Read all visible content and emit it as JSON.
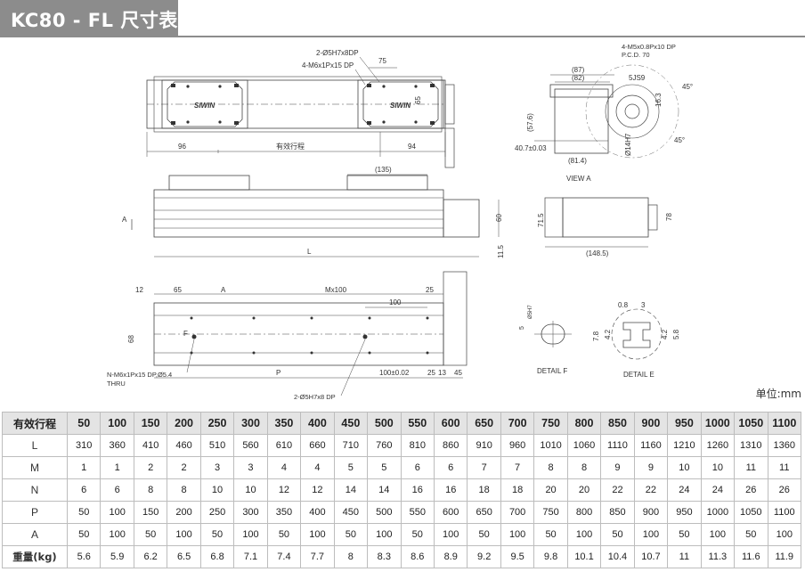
{
  "header": {
    "title": "KC80 - FL 尺寸表"
  },
  "drawing": {
    "top_view": {
      "callout_pin": "2-Ø5H7x8DP",
      "callout_tap": "4-M6x1Px15 DP",
      "dim_pitch": "75",
      "dim_side": "65",
      "dim_left": "96",
      "dim_stroke": "有效行程",
      "dim_right": "94",
      "brand_mark": "SIWIN"
    },
    "side_view": {
      "dim_carriage": "(135)",
      "label_a": "A",
      "dim_height": "60",
      "dim_base": "11.5",
      "dim_length": "L"
    },
    "bottom_view": {
      "dim_12": "12",
      "dim_65": "65",
      "dim_a": "A",
      "dim_m": "Mx100",
      "dim_25_top": "25",
      "dim_100": "100",
      "dim_68": "68",
      "label_f": "F",
      "dim_p": "P",
      "dim_pitch_tol": "100±0.02",
      "dim_25_bottom": "25",
      "dim_13": "13",
      "dim_45": "45",
      "callout_thread": "N-M6x1Px15 DP,Ø5.4",
      "callout_thru": "THRU",
      "callout_pin": "2-Ø5H7x8 DP"
    },
    "view_a": {
      "callout_screw": "4-M5x0.8Px10 DP",
      "callout_pcd": "P.C.D. 70",
      "dim_87": "(87)",
      "dim_82": "(82)",
      "dim_key": "5JS9",
      "dim_163": "16.3",
      "dim_576": "(57.6)",
      "dim_dist": "40.7±0.03",
      "dim_814": "(81.4)",
      "dim_shaft": "Ø14H7",
      "angle_a": "45°",
      "angle_b": "45°",
      "caption": "VIEW A"
    },
    "end_view": {
      "dim_715": "71.5",
      "dim_78": "78",
      "dim_1485": "(148.5)"
    },
    "detail_f": {
      "dim_dia": "Ø5H7",
      "dim_5": "5",
      "caption": "DETAIL F"
    },
    "detail_e": {
      "dim_08": "0.8",
      "dim_3": "3",
      "dim_78": "7.8",
      "dim_42a": "4.2",
      "dim_42b": "4.2",
      "dim_58": "5.8",
      "caption": "DETAIL E"
    }
  },
  "unit_label": "单位:mm",
  "table": {
    "header_label": "有效行程",
    "strokes": [
      "50",
      "100",
      "150",
      "200",
      "250",
      "300",
      "350",
      "400",
      "450",
      "500",
      "550",
      "600",
      "650",
      "700",
      "750",
      "800",
      "850",
      "900",
      "950",
      "1000",
      "1050",
      "1100"
    ],
    "rows": [
      {
        "label": "L",
        "values": [
          "310",
          "360",
          "410",
          "460",
          "510",
          "560",
          "610",
          "660",
          "710",
          "760",
          "810",
          "860",
          "910",
          "960",
          "1010",
          "1060",
          "1110",
          "1160",
          "1210",
          "1260",
          "1310",
          "1360"
        ]
      },
      {
        "label": "M",
        "values": [
          "1",
          "1",
          "2",
          "2",
          "3",
          "3",
          "4",
          "4",
          "5",
          "5",
          "6",
          "6",
          "7",
          "7",
          "8",
          "8",
          "9",
          "9",
          "10",
          "10",
          "11",
          "11"
        ]
      },
      {
        "label": "N",
        "values": [
          "6",
          "6",
          "8",
          "8",
          "10",
          "10",
          "12",
          "12",
          "14",
          "14",
          "16",
          "16",
          "18",
          "18",
          "20",
          "20",
          "22",
          "22",
          "24",
          "24",
          "26",
          "26"
        ]
      },
      {
        "label": "P",
        "values": [
          "50",
          "100",
          "150",
          "200",
          "250",
          "300",
          "350",
          "400",
          "450",
          "500",
          "550",
          "600",
          "650",
          "700",
          "750",
          "800",
          "850",
          "900",
          "950",
          "1000",
          "1050",
          "1100"
        ]
      },
      {
        "label": "A",
        "values": [
          "50",
          "100",
          "50",
          "100",
          "50",
          "100",
          "50",
          "100",
          "50",
          "100",
          "50",
          "100",
          "50",
          "100",
          "50",
          "100",
          "50",
          "100",
          "50",
          "100",
          "50",
          "100"
        ]
      },
      {
        "label": "重量(kg)",
        "values": [
          "5.6",
          "5.9",
          "6.2",
          "6.5",
          "6.8",
          "7.1",
          "7.4",
          "7.7",
          "8",
          "8.3",
          "8.6",
          "8.9",
          "9.2",
          "9.5",
          "9.8",
          "10.1",
          "10.4",
          "10.7",
          "11",
          "11.3",
          "11.6",
          "11.9"
        ]
      }
    ]
  }
}
